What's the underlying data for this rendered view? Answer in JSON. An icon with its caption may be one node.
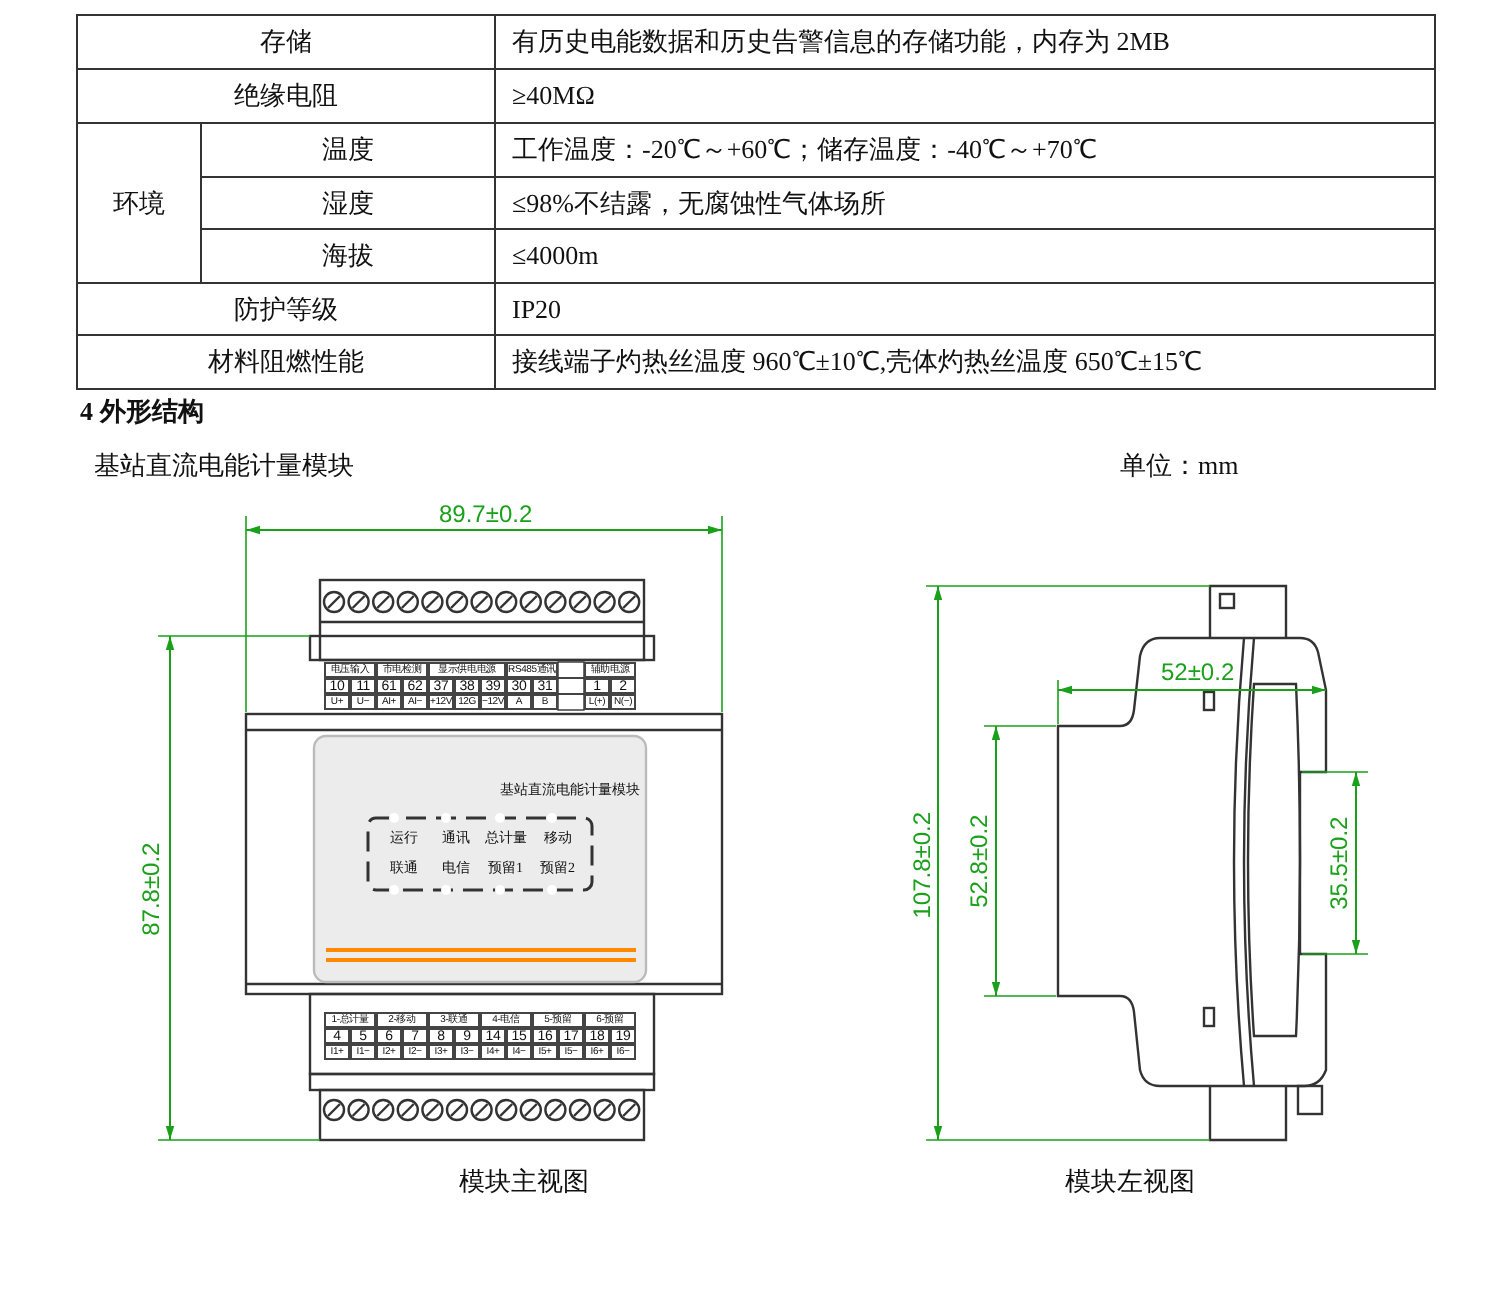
{
  "diagram": {
    "labels": [
      "存储",
      "有历史电能数据和历史告警信息的存储功能，内存为 2MB",
      "绝缘电阻",
      "≥40MΩ",
      "环境",
      "温度",
      "工作温度：-20℃～+60℃；储存温度：-40℃～+70℃",
      "湿度",
      "≤98%不结露，无腐蚀性气体场所",
      "海拔",
      "≤4000m",
      "防护等级",
      "IP20",
      "材料阻燃性能",
      "接线端子灼热丝温度 960℃±10℃,壳体灼热丝温度 650℃±15℃",
      "4 外形结构",
      "基站直流电能计量模块",
      "单位：mm",
      "89.7±0.2",
      "电压输入",
      "市电检测",
      "显示供电电源",
      "RS485通讯",
      "辅助电源",
      "10",
      "11",
      "61",
      "62",
      "37",
      "38",
      "39",
      "30",
      "31",
      "1",
      "2",
      "U+",
      "U−",
      "AI+",
      "AI−",
      "+12V",
      "12G",
      "−12V",
      "A",
      "B",
      "L(+)",
      "N(−)",
      "基站直流电能计量模块",
      "运行",
      "通讯",
      "总计量",
      "移动",
      "联通",
      "电信",
      "预留1",
      "预留2",
      "1-总计量",
      "2-移动",
      "3-联通",
      "4-电信",
      "5-预留",
      "6-预留",
      "4",
      "5",
      "6",
      "7",
      "8",
      "9",
      "14",
      "15",
      "16",
      "17",
      "18",
      "19",
      "I1+",
      "I1−",
      "I2+",
      "I2−",
      "I3+",
      "I3−",
      "I4+",
      "I4−",
      "I5+",
      "I5−",
      "I6+",
      "I6−",
      "87.8±0.2",
      "107.8±0.2",
      "52±0.2",
      "52.8±0.2",
      "35.5±0.2",
      "模块主视图",
      "模块左视图"
    ]
  }
}
